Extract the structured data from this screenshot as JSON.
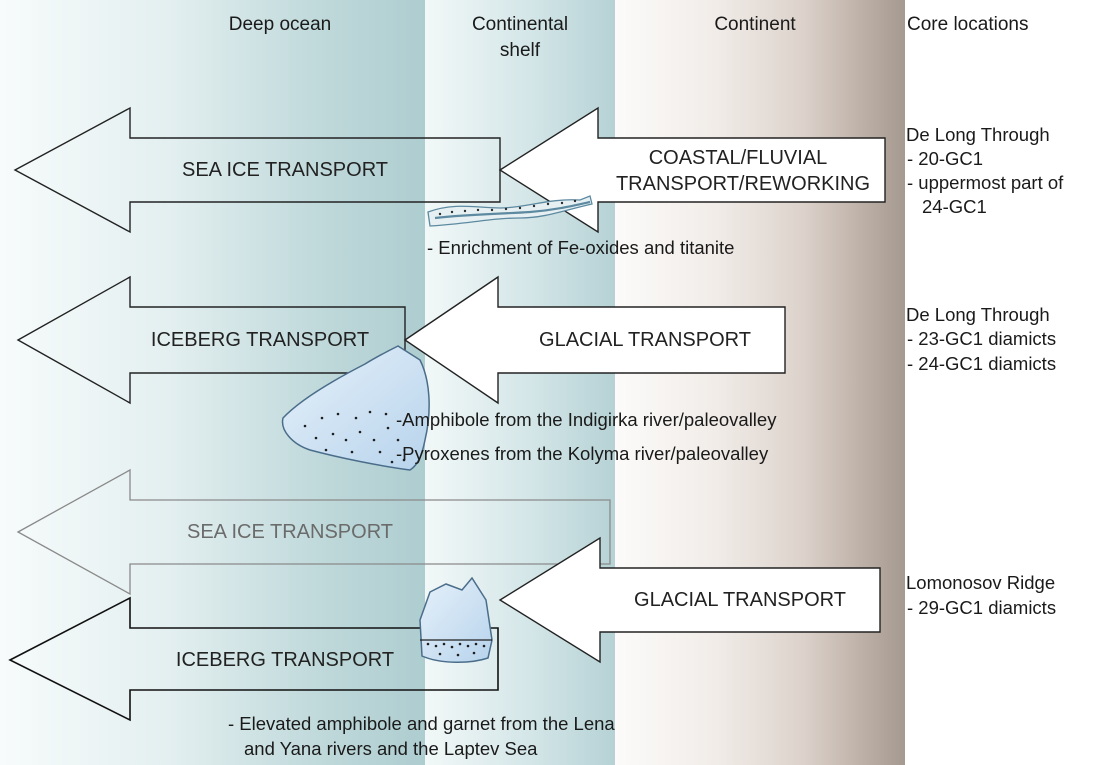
{
  "zones": {
    "deep_ocean": "Deep ocean",
    "continental_shelf_line1": "Continental",
    "continental_shelf_line2": "shelf",
    "continent": "Continent",
    "core_locations": "Core locations"
  },
  "arrows": {
    "sea_ice_1": "SEA ICE TRANSPORT",
    "coastal_line1": "COASTAL/FLUVIAL",
    "coastal_line2": "TRANSPORT/REWORKING",
    "iceberg_1": "ICEBERG TRANSPORT",
    "glacial_1": "GLACIAL TRANSPORT",
    "sea_ice_2": "SEA ICE TRANSPORT",
    "glacial_2": "GLACIAL TRANSPORT",
    "iceberg_2": "ICEBERG TRANSPORT"
  },
  "notes": {
    "fe_oxides": "- Enrichment of Fe-oxides and titanite",
    "amphibole": "-Amphibole from the Indigirka river/paleovalley",
    "pyroxenes": "-Pyroxenes from the Kolyma river/paleovalley",
    "lena_line1": "- Elevated amphibole and garnet from the Lena",
    "lena_line2": "and Yana rivers and the Laptev Sea"
  },
  "cores": {
    "group1": {
      "title": "De Long Through",
      "items": [
        "- 20-GC1",
        "- uppermost part of",
        "24-GC1"
      ]
    },
    "group2": {
      "title": "De Long Through",
      "items": [
        "- 23-GC1 diamicts",
        "- 24-GC1 diamicts"
      ]
    },
    "group3": {
      "title": "Lomonosov Ridge",
      "items": [
        "- 29-GC1 diamicts"
      ]
    }
  },
  "colors": {
    "arrow_stroke": "#222222",
    "arrow_stroke_faded": "#8a8a8a",
    "ice_fill": "#cfe3f4",
    "sediment_band": "#8fb4c4"
  }
}
